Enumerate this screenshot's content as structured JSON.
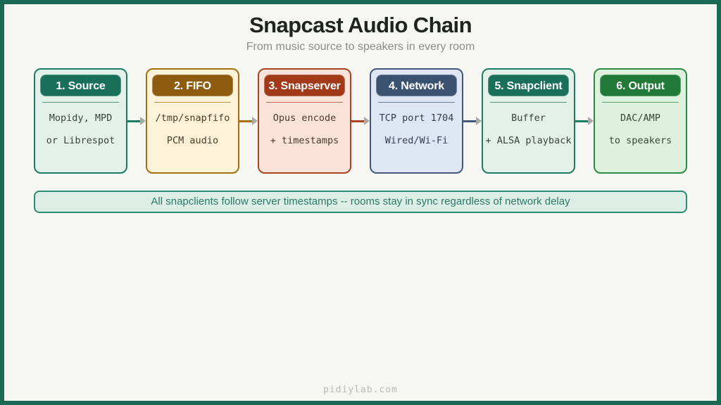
{
  "page": {
    "title": "Snapcast Audio Chain",
    "subtitle": "From music source to speakers in every room",
    "footer": "pidiylab.com",
    "colors": {
      "background": "#f6f7f2",
      "frame_border": "#1a6a53",
      "title_text": "#20241f",
      "subtitle_text": "#8b8d88",
      "footer_text": "#b9bab5",
      "arrowhead": "#a9aaa6"
    }
  },
  "chain": {
    "boxes": [
      {
        "header": "1. Source",
        "lines": [
          "Mopidy, MPD",
          "or Librespot"
        ],
        "colors": {
          "header_bg": "#1a6f58",
          "body_bg": "#e3f1ea",
          "border": "#1f7a62",
          "text": "#3a4440"
        }
      },
      {
        "header": "2. FIFO",
        "lines": [
          "/tmp/snapfifo",
          "PCM audio"
        ],
        "colors": {
          "header_bg": "#8d5c0f",
          "body_bg": "#fdf3d8",
          "border": "#a4700f",
          "text": "#473d2c"
        }
      },
      {
        "header": "3. Snapserver",
        "lines": [
          "Opus encode",
          "+ timestamps"
        ],
        "colors": {
          "header_bg": "#a23a1a",
          "body_bg": "#fbe3d9",
          "border": "#a84424",
          "text": "#4a3a33"
        }
      },
      {
        "header": "4. Network",
        "lines": [
          "TCP port 1704",
          "Wired/Wi-Fi"
        ],
        "colors": {
          "header_bg": "#3a5270",
          "body_bg": "#dde6f2",
          "border": "#42597a",
          "text": "#33404f"
        }
      },
      {
        "header": "5. Snapclient",
        "lines": [
          "Buffer",
          "+ ALSA playback"
        ],
        "colors": {
          "header_bg": "#1a6f58",
          "body_bg": "#e3f1ea",
          "border": "#1f7a62",
          "text": "#3a4440"
        }
      },
      {
        "header": "6. Output",
        "lines": [
          "DAC/AMP",
          "to speakers"
        ],
        "colors": {
          "header_bg": "#217a38",
          "body_bg": "#def0de",
          "border": "#2c8a44",
          "text": "#37463a"
        }
      }
    ],
    "arrows": [
      {
        "color": "#1f7a62"
      },
      {
        "color": "#a4700f"
      },
      {
        "color": "#a84424"
      },
      {
        "color": "#42597a"
      },
      {
        "color": "#1f7a62"
      }
    ],
    "banner": {
      "text": "All snapclients follow server timestamps -- rooms stay in sync regardless of network delay",
      "colors": {
        "bg": "#ddeee7",
        "border": "#2e8a72",
        "text": "#2c7a66"
      }
    }
  }
}
